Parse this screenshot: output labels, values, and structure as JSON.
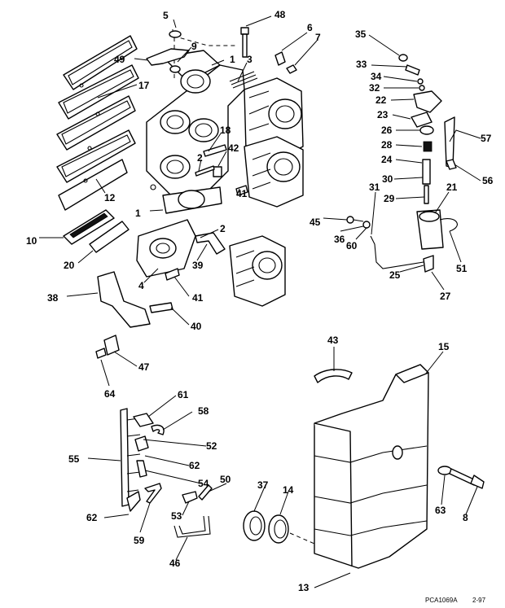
{
  "drawing_code": "PCA1069A",
  "drawing_date": "2-97",
  "callouts": [
    {
      "id": "c5",
      "label": "5"
    },
    {
      "id": "c48",
      "label": "48"
    },
    {
      "id": "c6",
      "label": "6"
    },
    {
      "id": "c7",
      "label": "7"
    },
    {
      "id": "c9",
      "label": "9"
    },
    {
      "id": "c49",
      "label": "49"
    },
    {
      "id": "c1a",
      "label": "1"
    },
    {
      "id": "c3",
      "label": "3"
    },
    {
      "id": "c17",
      "label": "17"
    },
    {
      "id": "c18",
      "label": "18"
    },
    {
      "id": "c42",
      "label": "42"
    },
    {
      "id": "c2a",
      "label": "2"
    },
    {
      "id": "c12",
      "label": "12"
    },
    {
      "id": "c41a",
      "label": "41"
    },
    {
      "id": "c1b",
      "label": "1"
    },
    {
      "id": "c2b",
      "label": "2"
    },
    {
      "id": "c10",
      "label": "10"
    },
    {
      "id": "c20",
      "label": "20"
    },
    {
      "id": "c39",
      "label": "39"
    },
    {
      "id": "c4",
      "label": "4"
    },
    {
      "id": "c41b",
      "label": "41"
    },
    {
      "id": "c38",
      "label": "38"
    },
    {
      "id": "c40",
      "label": "40"
    },
    {
      "id": "c47",
      "label": "47"
    },
    {
      "id": "c64",
      "label": "64"
    },
    {
      "id": "c35",
      "label": "35"
    },
    {
      "id": "c33",
      "label": "33"
    },
    {
      "id": "c34",
      "label": "34"
    },
    {
      "id": "c32",
      "label": "32"
    },
    {
      "id": "c22",
      "label": "22"
    },
    {
      "id": "c23",
      "label": "23"
    },
    {
      "id": "c57",
      "label": "57"
    },
    {
      "id": "c26",
      "label": "26"
    },
    {
      "id": "c28",
      "label": "28"
    },
    {
      "id": "c24",
      "label": "24"
    },
    {
      "id": "c56",
      "label": "56"
    },
    {
      "id": "c30",
      "label": "30"
    },
    {
      "id": "c31",
      "label": "31"
    },
    {
      "id": "c21",
      "label": "21"
    },
    {
      "id": "c29",
      "label": "29"
    },
    {
      "id": "c45",
      "label": "45"
    },
    {
      "id": "c36",
      "label": "36"
    },
    {
      "id": "c60",
      "label": "60"
    },
    {
      "id": "c51",
      "label": "51"
    },
    {
      "id": "c25",
      "label": "25"
    },
    {
      "id": "c27",
      "label": "27"
    },
    {
      "id": "c43",
      "label": "43"
    },
    {
      "id": "c15",
      "label": "15"
    },
    {
      "id": "c61",
      "label": "61"
    },
    {
      "id": "c58",
      "label": "58"
    },
    {
      "id": "c52",
      "label": "52"
    },
    {
      "id": "c55",
      "label": "55"
    },
    {
      "id": "c62a",
      "label": "62"
    },
    {
      "id": "c54",
      "label": "54"
    },
    {
      "id": "c50",
      "label": "50"
    },
    {
      "id": "c37",
      "label": "37"
    },
    {
      "id": "c14",
      "label": "14"
    },
    {
      "id": "c63",
      "label": "63"
    },
    {
      "id": "c8",
      "label": "8"
    },
    {
      "id": "c53",
      "label": "53"
    },
    {
      "id": "c62b",
      "label": "62"
    },
    {
      "id": "c59",
      "label": "59"
    },
    {
      "id": "c46",
      "label": "46"
    },
    {
      "id": "c13",
      "label": "13"
    }
  ]
}
